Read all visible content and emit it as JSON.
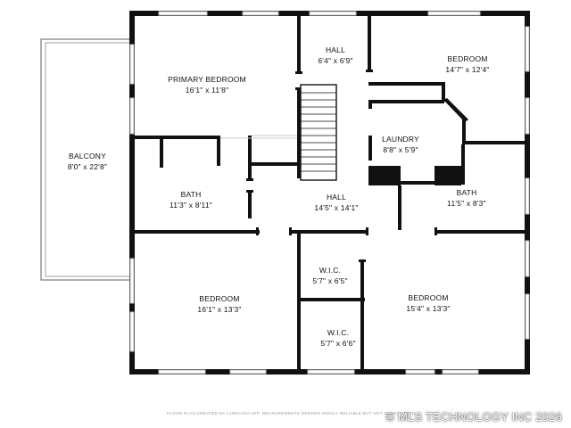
{
  "rooms": {
    "primary_bedroom": {
      "name": "PRIMARY BEDROOM",
      "dim": "16'1\" x 11'8\""
    },
    "hall_top": {
      "name": "HALL",
      "dim": "6'4\" x 6'9\""
    },
    "bedroom_ne": {
      "name": "BEDROOM",
      "dim": "14'7\" x 12'4\""
    },
    "balcony": {
      "name": "BALCONY",
      "dim": "8'0\" x 22'8\""
    },
    "laundry": {
      "name": "LAUNDRY",
      "dim": "8'8\" x 5'9\""
    },
    "bath_w": {
      "name": "BATH",
      "dim": "11'3\" x 8'11\""
    },
    "hall_main": {
      "name": "HALL",
      "dim": "14'5\" x 14'1\""
    },
    "bath_e": {
      "name": "BATH",
      "dim": "11'5\" x 8'3\""
    },
    "wic_top": {
      "name": "W.I.C.",
      "dim": "5'7\" x 6'5\""
    },
    "bedroom_sw": {
      "name": "BEDROOM",
      "dim": "16'1\" x 13'3\""
    },
    "bedroom_se": {
      "name": "BEDROOM",
      "dim": "15'4\" x 13'3\""
    },
    "wic_bottom": {
      "name": "W.I.C.",
      "dim": "5'7\" x 6'6\""
    }
  },
  "footer": {
    "disclaimer": "FLOOR PLAN CREATED BY CUBICASA APP. MEASUREMENTS DEEMED HIGHLY RELIABLE BUT NOT GUARANTEED.",
    "watermark": "© MLS TECHNOLOGY INC 2026"
  },
  "colors": {
    "wall": "#111111",
    "window": "#bdbdbd",
    "background": "#ffffff"
  }
}
